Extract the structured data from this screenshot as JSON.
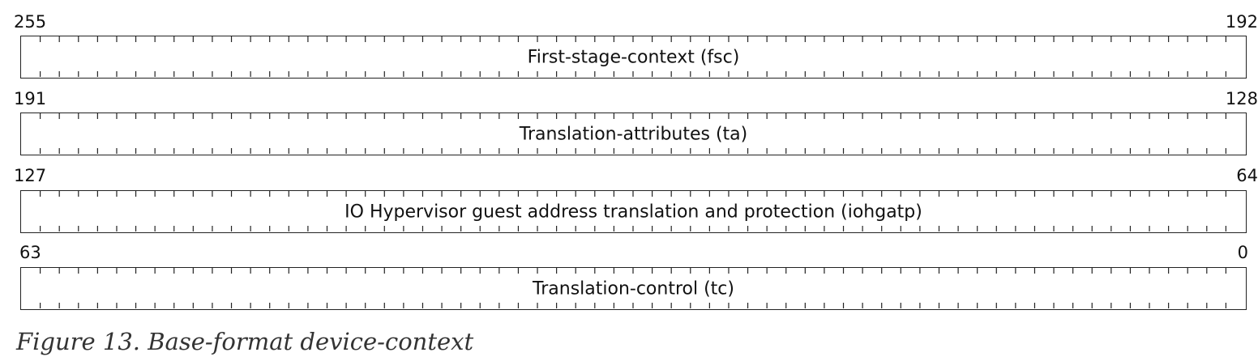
{
  "rows": [
    {
      "high_bit": "255",
      "low_bit": "192",
      "field": "First-stage-context (fsc)"
    },
    {
      "high_bit": "191",
      "low_bit": "128",
      "field": "Translation-attributes (ta)"
    },
    {
      "high_bit": "127",
      "low_bit": "64",
      "field": "IO Hypervisor guest address translation and protection (iohgatp)"
    },
    {
      "high_bit": "63",
      "low_bit": "0",
      "field": "Translation-control (tc)"
    }
  ],
  "caption": "Figure 13. Base-format device-context"
}
